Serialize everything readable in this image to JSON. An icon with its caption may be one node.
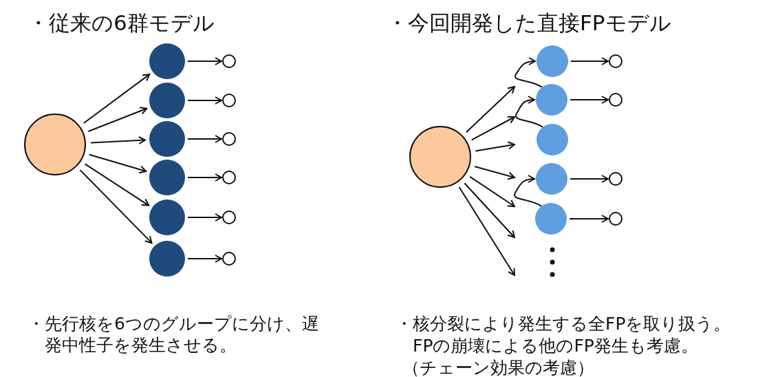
{
  "diagram": {
    "nodes": [
      {
        "text": [],
        "shape": "circle"
      },
      {
        "text": [],
        "shape": "circle"
      },
      {
        "text": [],
        "shape": "circle"
      },
      {
        "text": [],
        "shape": "circle"
      },
      {
        "text": [],
        "shape": "circle"
      },
      {
        "text": [],
        "shape": "circle"
      },
      {
        "text": [],
        "shape": "circle"
      },
      {
        "text": [],
        "shape": "circle"
      },
      {
        "text": [],
        "shape": "circle"
      },
      {
        "text": [],
        "shape": "circle"
      },
      {
        "text": [],
        "shape": "circle"
      },
      {
        "text": [],
        "shape": "circle"
      },
      {
        "text": [],
        "shape": "circle"
      },
      {
        "text": [],
        "shape": "circle"
      },
      {
        "text": [],
        "shape": "circle"
      },
      {
        "text": [],
        "shape": "circle"
      },
      {
        "text": [],
        "shape": "circle"
      },
      {
        "text": [],
        "shape": "circle"
      },
      {
        "text": [],
        "shape": "circle"
      },
      {
        "text": [],
        "shape": "circle"
      },
      {
        "text": [],
        "shape": "circle"
      },
      {
        "text": [],
        "shape": "circle"
      },
      {
        "text": [],
        "shape": "circle"
      }
    ],
    "edges": [
      {
        "from": 0,
        "to": 1,
        "arrow": "to"
      },
      {
        "from": 0,
        "to": 2,
        "arrow": "to"
      },
      {
        "from": 0,
        "to": 3,
        "arrow": "to"
      },
      {
        "from": 0,
        "to": 4,
        "arrow": "to"
      },
      {
        "from": 0,
        "to": 5,
        "arrow": "to"
      },
      {
        "from": 0,
        "to": 6,
        "arrow": "to"
      },
      {
        "from": 1,
        "to": 7,
        "arrow": "to"
      },
      {
        "from": 2,
        "to": 8,
        "arrow": "to"
      },
      {
        "from": 3,
        "to": 9,
        "arrow": "to"
      },
      {
        "from": 4,
        "to": 10,
        "arrow": "to"
      },
      {
        "from": 5,
        "to": 11,
        "arrow": "to"
      },
      {
        "from": 6,
        "to": 12,
        "arrow": "to"
      },
      {
        "from": 13,
        "to": null,
        "arrow": "to"
      },
      {
        "from": 13,
        "to": null,
        "arrow": "to"
      },
      {
        "from": 13,
        "to": null,
        "arrow": "to"
      },
      {
        "from": 13,
        "to": null,
        "arrow": "to"
      },
      {
        "from": 13,
        "to": null,
        "arrow": "to"
      },
      {
        "from": 13,
        "to": null,
        "arrow": "to"
      },
      {
        "from": 13,
        "to": null,
        "arrow": "to"
      },
      {
        "from": 15,
        "to": 14,
        "arrow": "to"
      },
      {
        "from": 16,
        "to": 15,
        "arrow": "to"
      },
      {
        "from": 18,
        "to": 17,
        "arrow": "to"
      },
      {
        "from": 14,
        "to": 19,
        "arrow": "to"
      },
      {
        "from": 15,
        "to": 20,
        "arrow": "to"
      },
      {
        "from": 17,
        "to": 21,
        "arrow": "to"
      },
      {
        "from": 18,
        "to": 22,
        "arrow": "to"
      }
    ],
    "labels": [
      "・従来の6群モデル",
      "・今回開発した直接FPモデル",
      "・先行核を6つのグループに分け、遅発中性子を発生させる。",
      "・核分裂により発生する全FPを取り扱う。",
      "FPの崩壊による他のFP発生も考慮。",
      "（チェーン効果の考慮）"
    ]
  }
}
